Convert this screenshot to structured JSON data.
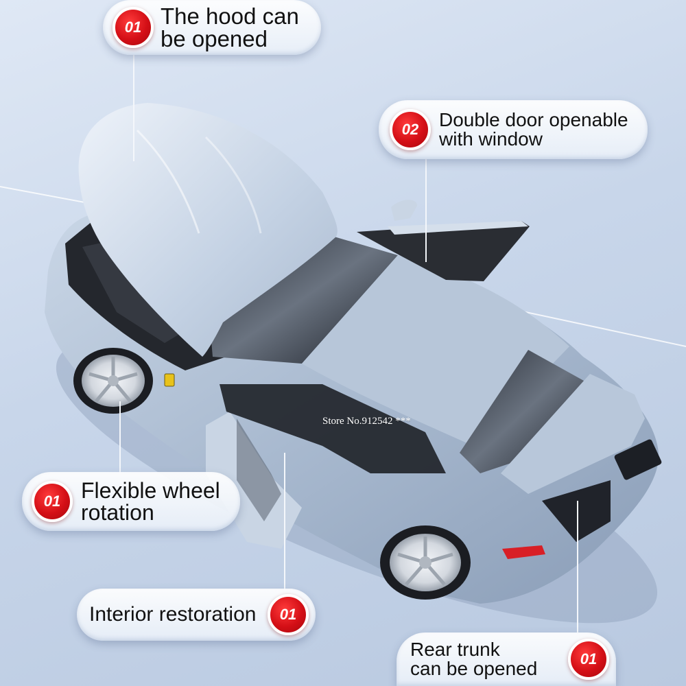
{
  "callouts": {
    "hood": {
      "num": "01",
      "line1": "The hood can",
      "line2": "be opened"
    },
    "doors": {
      "num": "02",
      "line1": "Double door openable",
      "line2": "with window"
    },
    "wheel": {
      "num": "01",
      "line1": "Flexible wheel",
      "line2": "rotation"
    },
    "interior": {
      "num": "01",
      "line1": "Interior restoration"
    },
    "trunk": {
      "num": "01",
      "line1": "Rear trunk",
      "line2": "can be opened"
    }
  },
  "watermark": "Store No.912542 ***",
  "colors": {
    "badge_red": "#d40f16",
    "car_body": "#a9bad0",
    "background": "#c8d6ea"
  },
  "icons": {
    "emblem": "prancing-horse-emblem-icon"
  }
}
